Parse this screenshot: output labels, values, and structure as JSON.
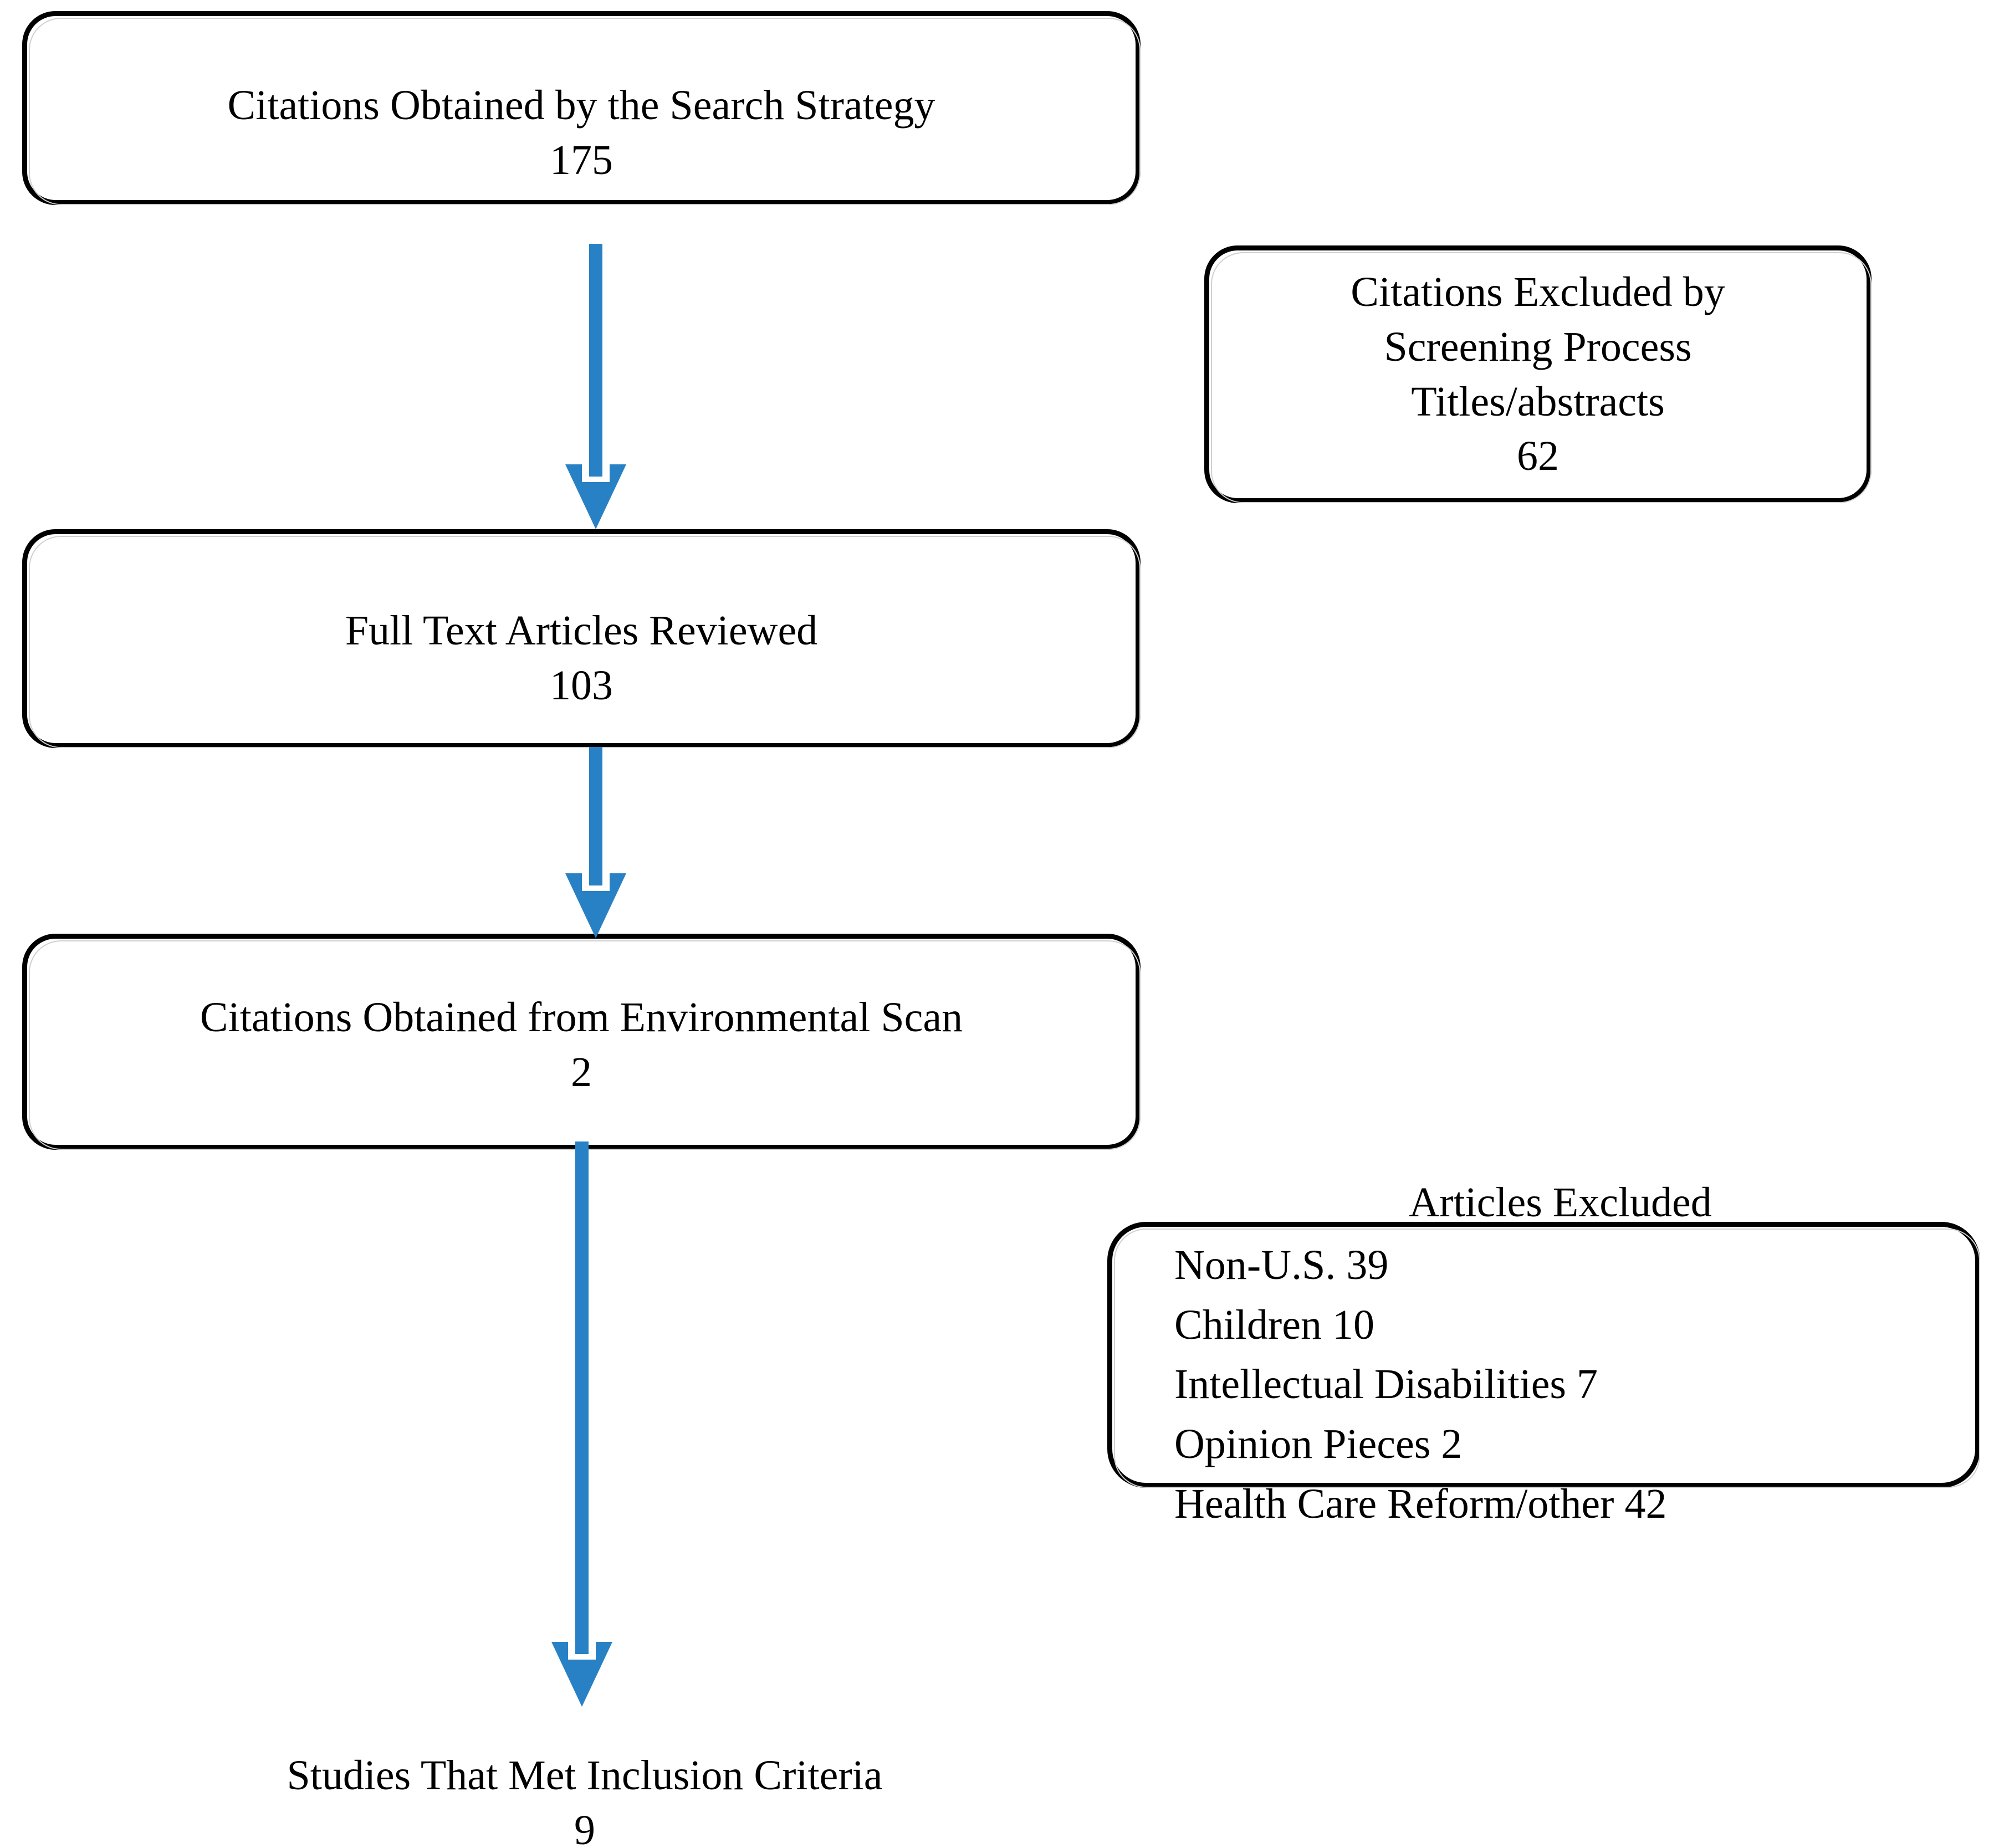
{
  "diagram": {
    "type": "prisma-flowchart",
    "title": "Literature search and study selection flow",
    "accent_color": "#2881c4",
    "border_color": "#000000",
    "background_color": "#ffffff",
    "boxes": [
      {
        "id": "citations-search-strategy",
        "label": "Citations Obtained by the Search Strategy",
        "count": "175",
        "text": "Citations Obtained by the Search Strategy\n175"
      },
      {
        "id": "citations-excluded-screening",
        "label": "Citations Excluded by Screening Process Titles/abstracts",
        "count": "62",
        "text": "Citations Excluded by\nScreening Process\nTitles/abstracts\n62"
      },
      {
        "id": "full-text-articles-reviewed",
        "label": "Full Text Articles Reviewed",
        "count": "103",
        "text": "Full Text Articles Reviewed\n103"
      },
      {
        "id": "citations-environmental-scan",
        "label": "Citations Obtained from Environmental Scan",
        "count": "2",
        "text": "Citations Obtained from Environmental Scan\n2"
      },
      {
        "id": "articles-excluded",
        "label": "Articles Excluded",
        "reasons": [
          {
            "reason": "Non-U.S.",
            "count": "39",
            "line": "Non-U.S. 39"
          },
          {
            "reason": "Children",
            "count": "10",
            "line": "Children 10"
          },
          {
            "reason": "Intellectual Disabilities",
            "count": "7",
            "line": "Intellectual Disabilities 7"
          },
          {
            "reason": "Opinion Pieces",
            "count": "2",
            "line": "Opinion Pieces 2"
          },
          {
            "reason": "Health Care Reform/other",
            "count": "42",
            "line": "Health Care Reform/other 42"
          }
        ]
      }
    ],
    "final_outcome": {
      "id": "studies-met-inclusion-criteria",
      "label": "Studies That Met Inclusion Criteria",
      "count": "9",
      "text": "Studies That Met Inclusion Criteria\n9"
    },
    "arrows": [
      {
        "id": "arrow-search-to-fulltext",
        "from": "citations-search-strategy",
        "to": "full-text-articles-reviewed",
        "direction": "down"
      },
      {
        "id": "arrow-fulltext-to-envscan",
        "from": "full-text-articles-reviewed",
        "to": "citations-environmental-scan",
        "direction": "down"
      },
      {
        "id": "arrow-envscan-to-studies",
        "from": "citations-environmental-scan",
        "to": "studies-met-inclusion-criteria",
        "direction": "down"
      }
    ]
  }
}
